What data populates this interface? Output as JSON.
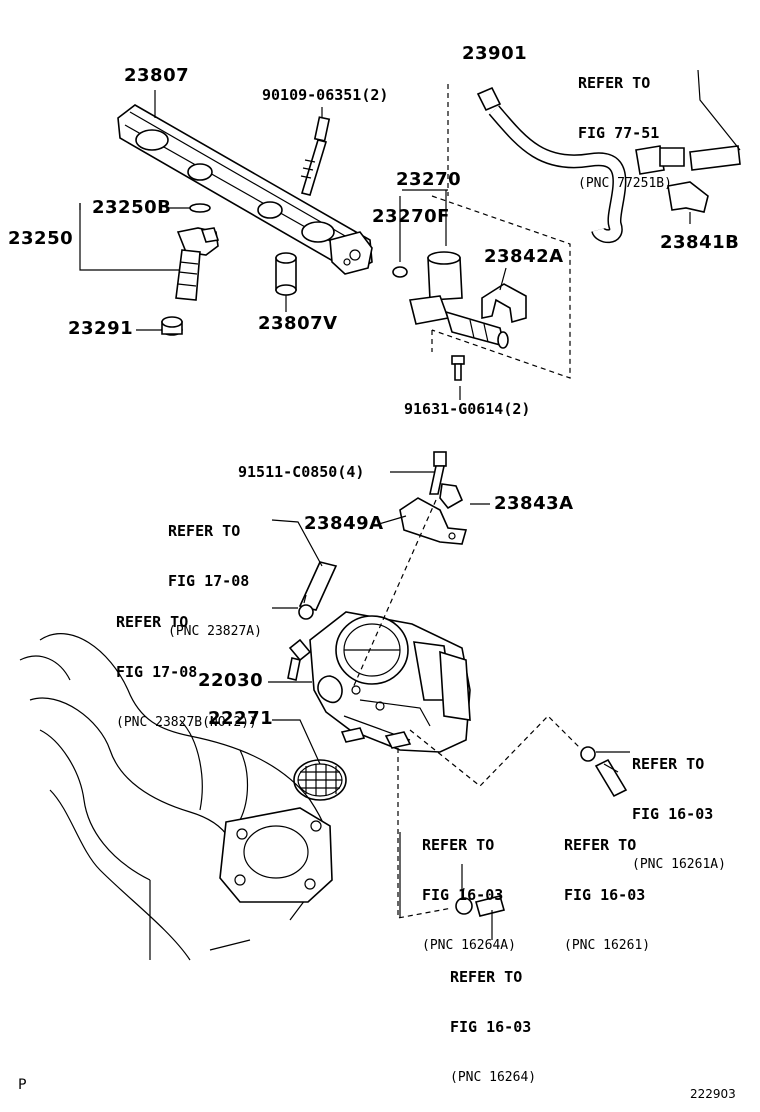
{
  "parts": {
    "p23807": "23807",
    "p90109": "90109-06351(2)",
    "p23901": "23901",
    "p23250b": "23250B",
    "p23250": "23250",
    "p23270": "23270",
    "p23270f": "23270F",
    "p23842a": "23842A",
    "p23841b": "23841B",
    "p23291": "23291",
    "p23807v": "23807V",
    "p91631": "91631-G0614(2)",
    "p91511": "91511-C0850(4)",
    "p23843a": "23843A",
    "p23849a": "23849A",
    "p22030": "22030",
    "p22271": "22271"
  },
  "refs": {
    "r77_51": {
      "l1": "REFER TO",
      "l2": "FIG 77-51",
      "l3": "(PNC 77251B)"
    },
    "r17_08a": {
      "l1": "REFER TO",
      "l2": "FIG 17-08",
      "l3": "(PNC 23827A)"
    },
    "r17_08b": {
      "l1": "REFER TO",
      "l2": "FIG 17-08",
      "l3": "(PNC 23827B(NO.2))"
    },
    "r16_03a": {
      "l1": "REFER TO",
      "l2": "FIG 16-03",
      "l3": "(PNC 16261A)"
    },
    "r16_03b": {
      "l1": "REFER TO",
      "l2": "FIG 16-03",
      "l3": "(PNC 16261)"
    },
    "r16_03c": {
      "l1": "REFER TO",
      "l2": "FIG 16-03",
      "l3": "(PNC 16264A)"
    },
    "r16_03d": {
      "l1": "REFER TO",
      "l2": "FIG 16-03",
      "l3": "(PNC 16264)"
    }
  },
  "footer": {
    "corner_mark": "P",
    "figure_code": "222903"
  }
}
